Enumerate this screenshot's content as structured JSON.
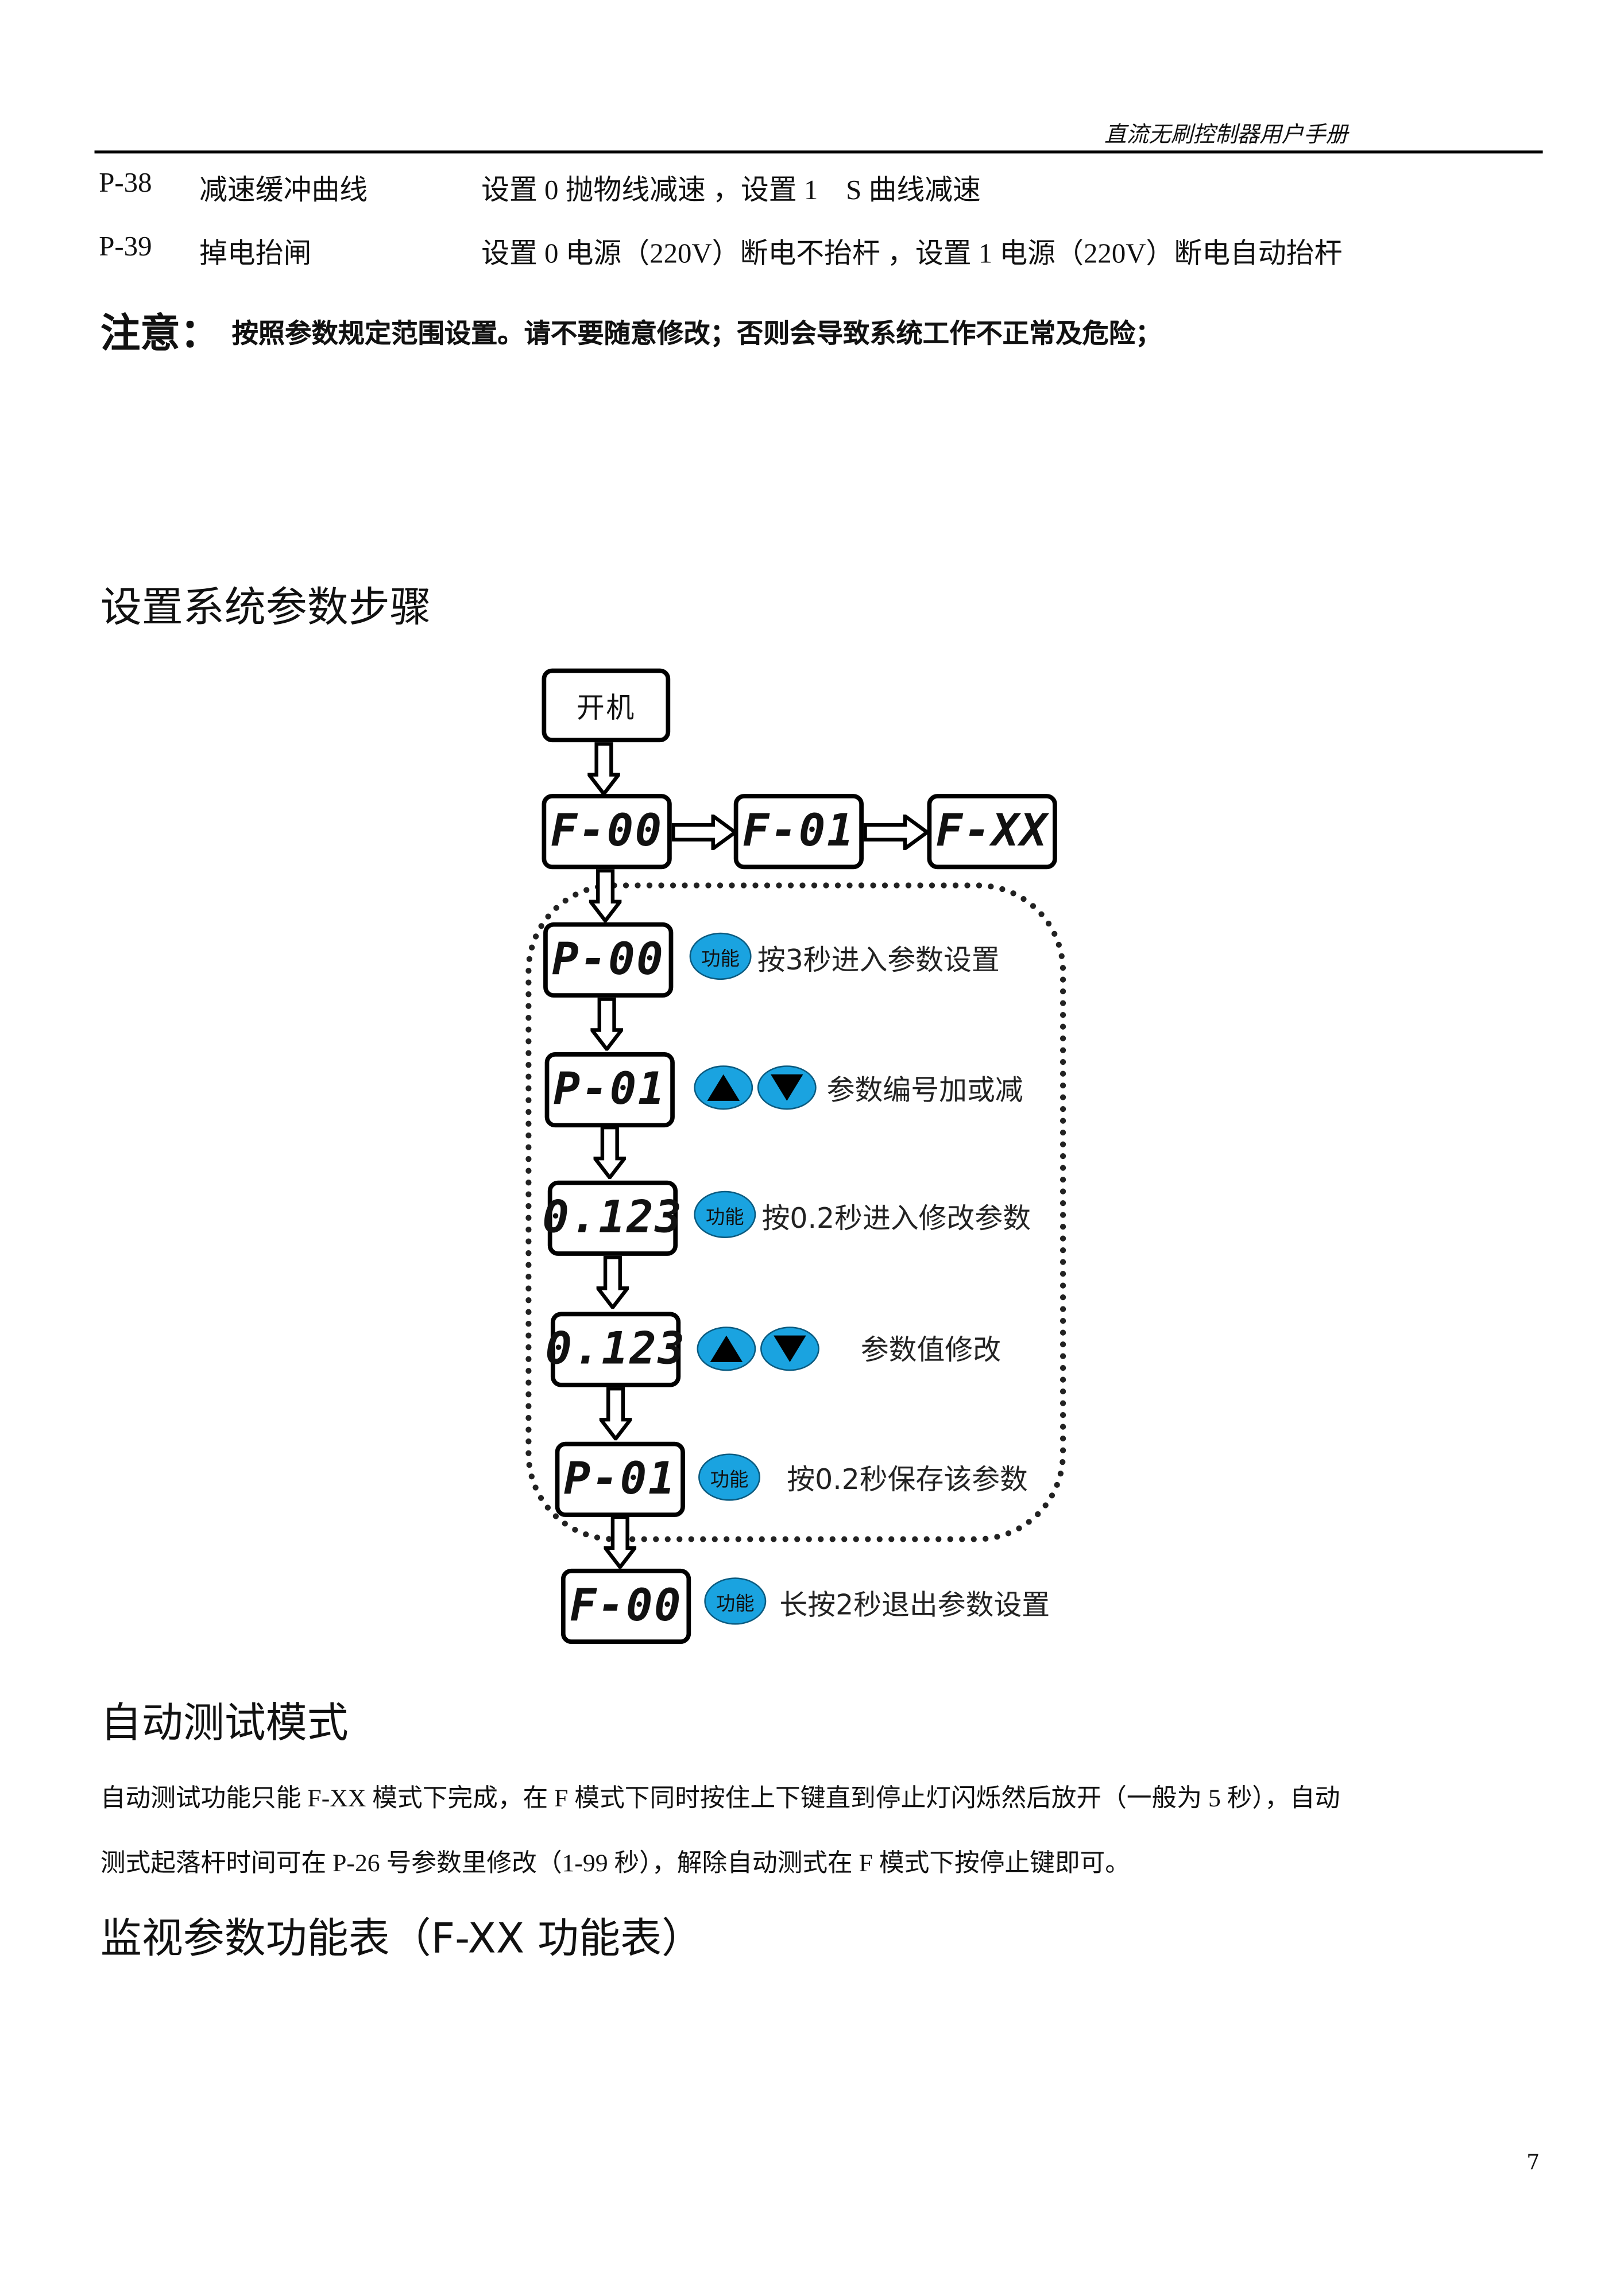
{
  "header": {
    "title": "直流无刷控制器用户手册"
  },
  "params": [
    {
      "code": "P-38",
      "name": "减速缓冲曲线",
      "desc": "设置 0 抛物线减速 ，设置 1　S 曲线减速"
    },
    {
      "code": "P-39",
      "name": "掉电抬闸",
      "desc": "设置 0 电源（220V）断电不抬杆 ，设置 1 电源（220V）断电自动抬杆"
    }
  ],
  "note": {
    "label": "注意：",
    "text": "按照参数规定范围设置。请不要随意修改；否则会导致系统工作不正常及危险；"
  },
  "section1": {
    "title": "设置系统参数步骤"
  },
  "flow": {
    "start": "开机",
    "top_row": [
      "F-00",
      "F-01",
      "F-XX"
    ],
    "button_fn": "功能",
    "steps": [
      {
        "display": "P-00",
        "buttons": "fn",
        "text": "按3秒进入参数设置"
      },
      {
        "display": "P-01",
        "buttons": "updown",
        "text": "参数编号加或减"
      },
      {
        "display": "0.123",
        "buttons": "fn",
        "text": "按0.2秒进入修改参数"
      },
      {
        "display": "0.123",
        "buttons": "updown",
        "text": "参数值修改"
      },
      {
        "display": "P-01",
        "buttons": "fn",
        "text": "按0.2秒保存该参数"
      },
      {
        "display": "F-00",
        "buttons": "fn",
        "text": "长按2秒退出参数设置"
      }
    ],
    "accent": "#1aa3e0"
  },
  "section2": {
    "title": "自动测试模式",
    "line1": "自动测试功能只能 F-XX 模式下完成，在 F 模式下同时按住上下键直到停止灯闪烁然后放开（一般为 5 秒），自动",
    "line2": "测式起落杆时间可在 P-26 号参数里修改（1-99 秒），解除自动测式在 F 模式下按停止键即可。"
  },
  "section3": {
    "title": "监视参数功能表（F-XX 功能表）"
  },
  "footer": {
    "page": "7"
  }
}
